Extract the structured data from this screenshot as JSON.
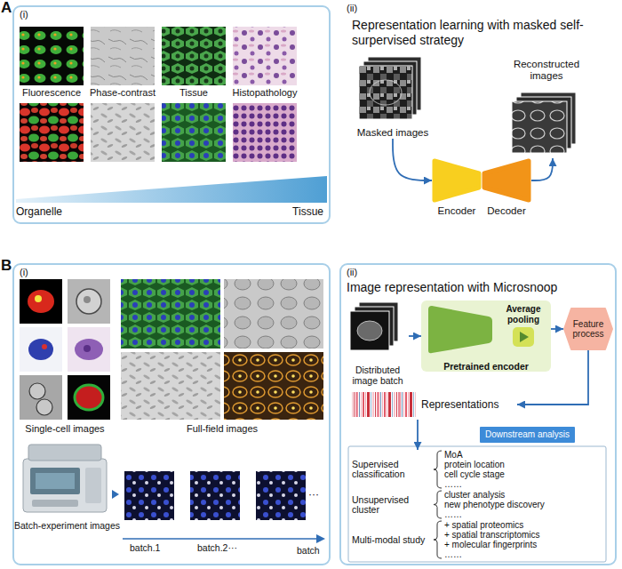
{
  "diagram": {
    "nodes": [
      {
        "text": [
          "(i)"
        ]
      },
      {
        "text": [
          "Masked images"
        ]
      },
      {
        "text": [
          "Encoder"
        ]
      },
      {
        "text": [
          "Decoder"
        ]
      },
      {
        "text": [
          "Reconstructed images"
        ]
      },
      {
        "text": [
          "(i)"
        ]
      },
      {
        "text": [
          "(ii)",
          "Image representation with Microsnoop"
        ]
      },
      {
        "text": [
          "Distributed image batch"
        ],
        "in": 6
      },
      {
        "text": [
          "Pretrained encoder"
        ],
        "in": 6
      },
      {
        "text": [
          "Average pooling"
        ],
        "in": 8
      },
      {
        "text": [
          "Feature process"
        ],
        "in": 6
      },
      {
        "text": [
          "Representations"
        ],
        "in": 6
      },
      {
        "text": [
          "Downstream analysis"
        ],
        "in": 6
      },
      {
        "text": [
          "Supervised classification",
          "MoA",
          "protein location",
          "cell cycle stage",
          "……"
        ],
        "in": 6
      },
      {
        "text": [
          "Unsupervised cluster",
          "cluster analysis",
          "new phenotype discovery",
          "……"
        ],
        "in": 6
      },
      {
        "text": [
          "Multi-modal study",
          "+ spatial proteomics",
          "+ spatial transcriptomics",
          "+ molecular fingerprints",
          "……"
        ],
        "in": 6
      }
    ],
    "edges": [
      {
        "from": 1,
        "to": 2,
        "arrow": "to"
      },
      {
        "from": 3,
        "to": 4,
        "arrow": "to"
      },
      {
        "from": 7,
        "to": 8,
        "arrow": "to"
      },
      {
        "from": 8,
        "to": 10,
        "arrow": "to"
      },
      {
        "from": 10,
        "to": 11,
        "arrow": "to"
      },
      {
        "from": 11,
        "to": 13,
        "arrow": "to"
      }
    ],
    "labels": [
      "A",
      "Fluorescence",
      "Phase-contrast",
      "Tissue",
      "Histopathology",
      "Organelle",
      "Tissue",
      "(ii)",
      "Representation learning with masked self-surpervised strategy",
      "B",
      "Single-cell images",
      "Full-field images",
      "Batch-experiment images",
      "batch.1",
      "batch.2···",
      "batch",
      "···"
    ]
  }
}
